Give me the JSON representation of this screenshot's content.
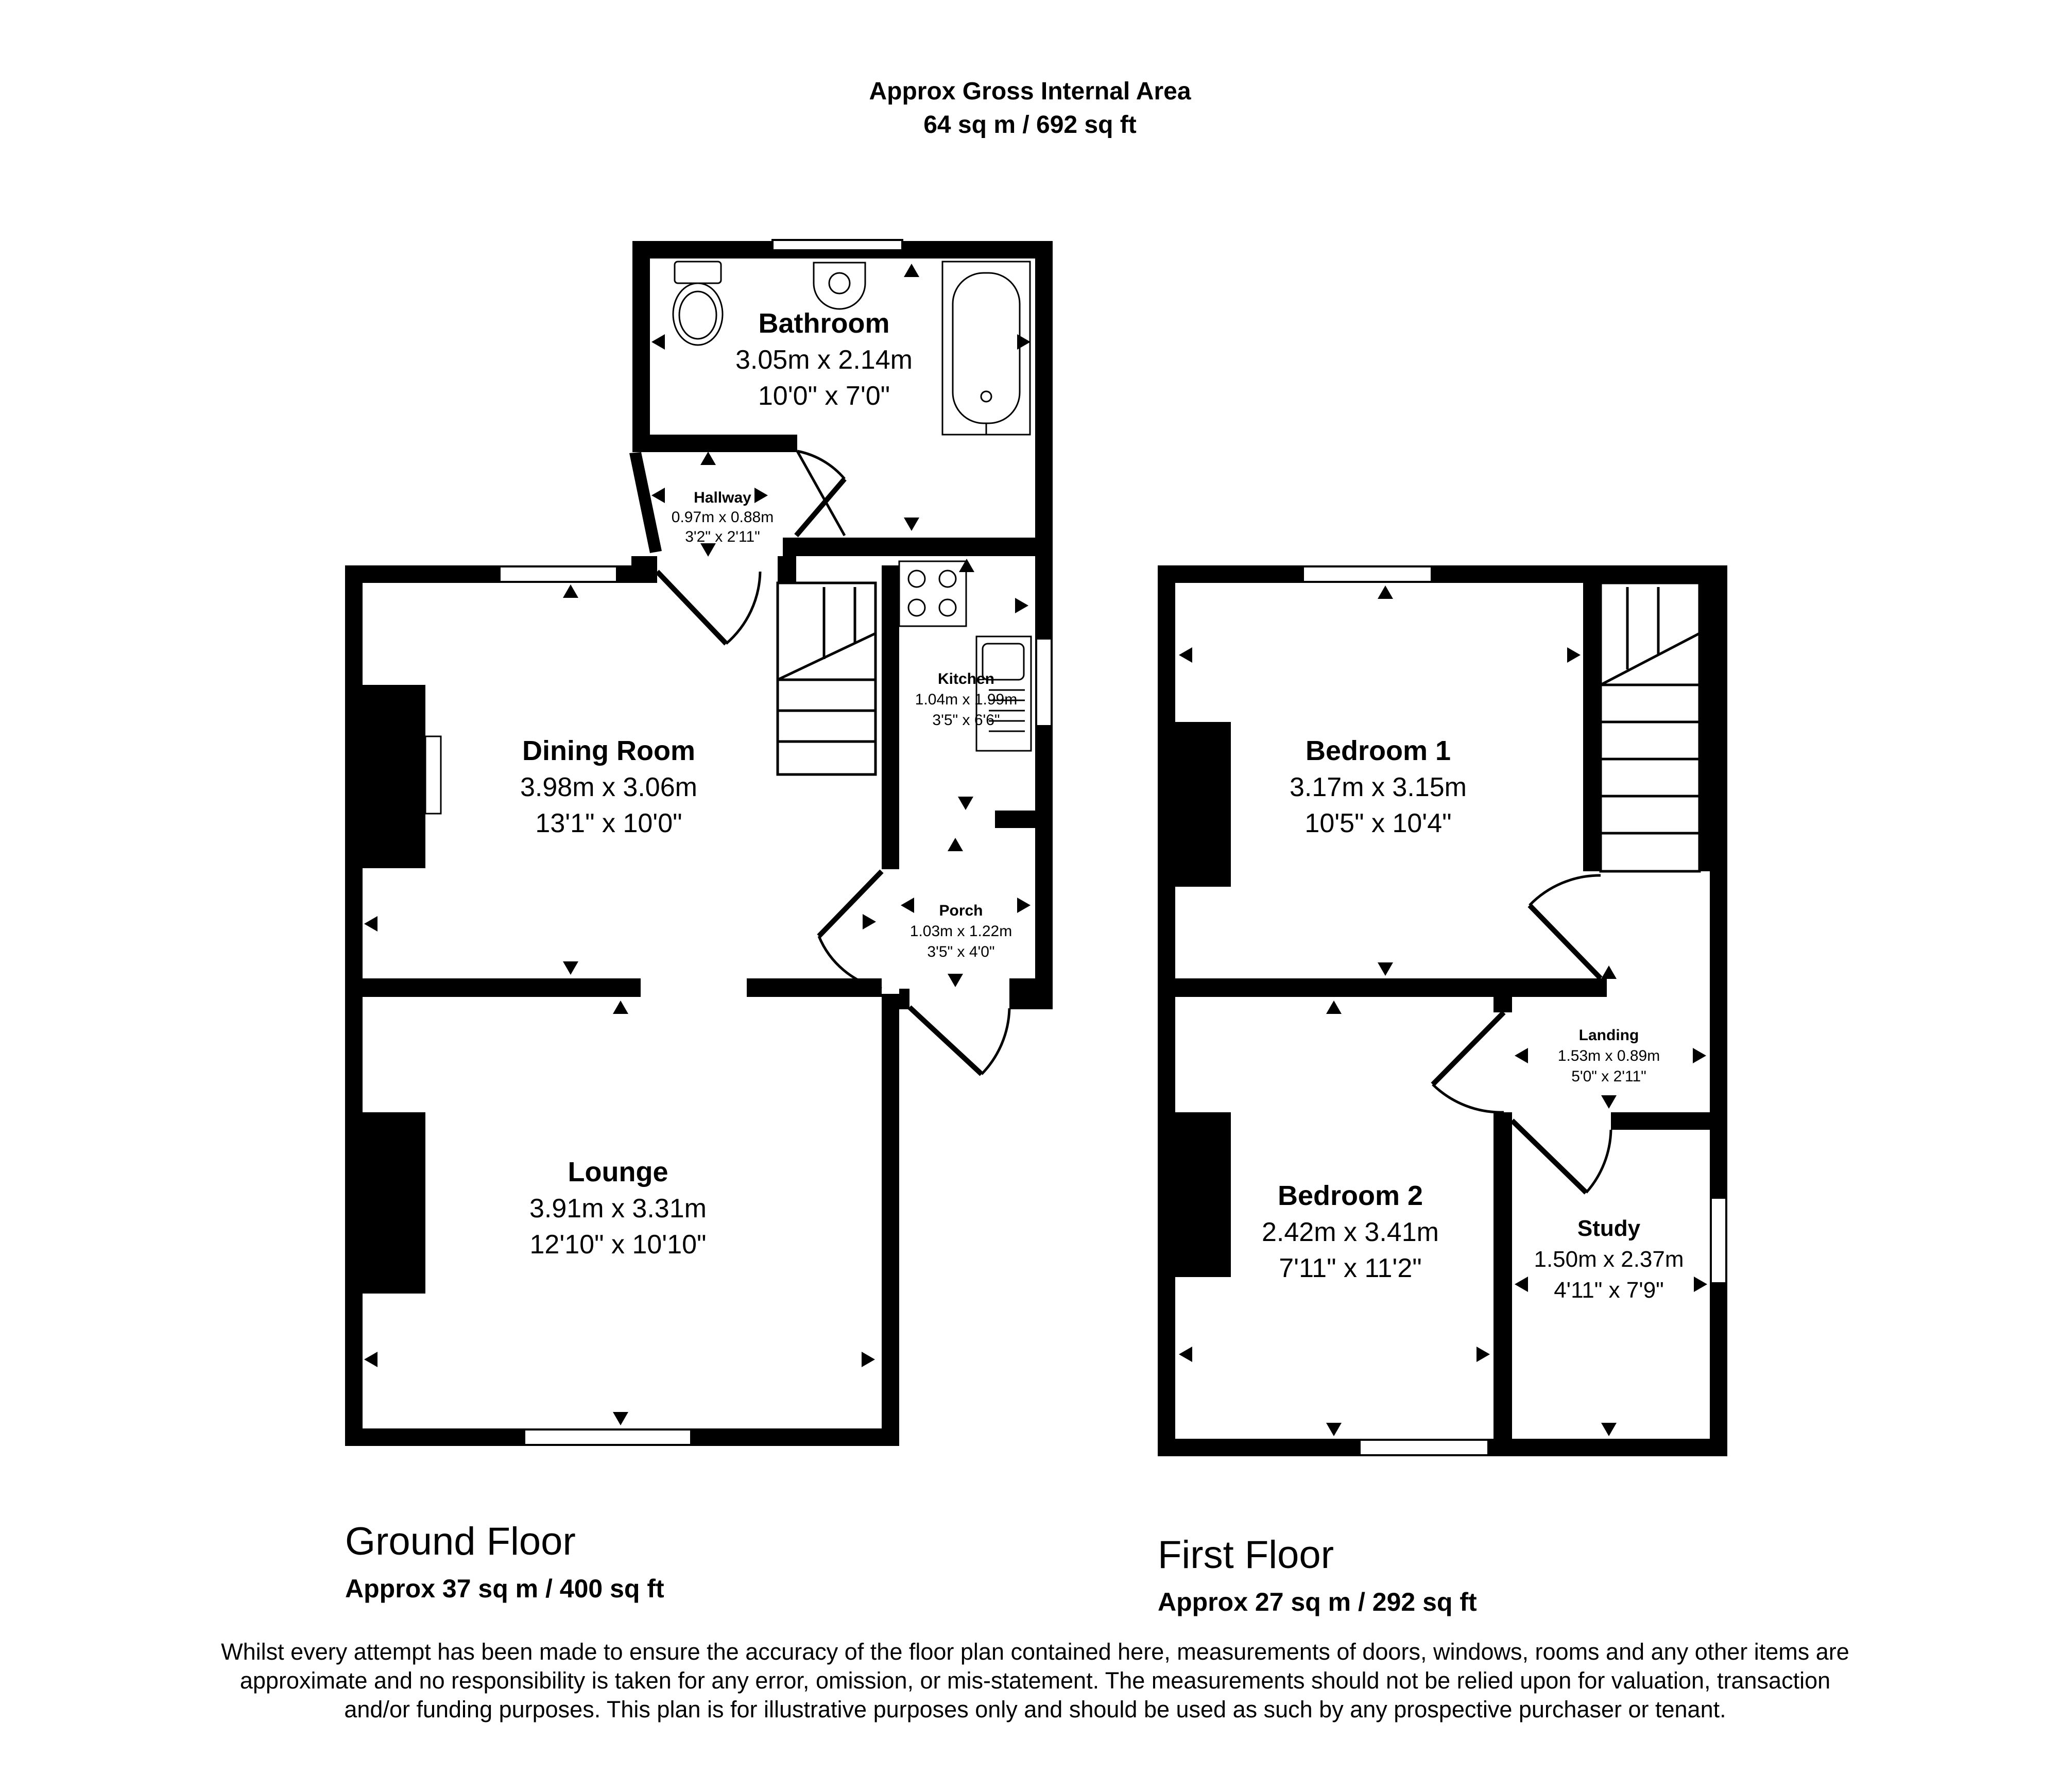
{
  "header": {
    "line1": "Approx Gross Internal Area",
    "line2": "64 sq m / 692 sq ft"
  },
  "rooms": {
    "bathroom": {
      "name": "Bathroom",
      "metric": "3.05m x 2.14m",
      "imperial": "10'0\" x 7'0\""
    },
    "hallway": {
      "name": "Hallway",
      "metric": "0.97m x 0.88m",
      "imperial": "3'2\" x 2'11\""
    },
    "kitchen": {
      "name": "Kitchen",
      "metric": "1.04m x 1.99m",
      "imperial": "3'5\" x 6'6\""
    },
    "dining": {
      "name": "Dining Room",
      "metric": "3.98m x 3.06m",
      "imperial": "13'1\" x 10'0\""
    },
    "porch": {
      "name": "Porch",
      "metric": "1.03m x 1.22m",
      "imperial": "3'5\" x 4'0\""
    },
    "lounge": {
      "name": "Lounge",
      "metric": "3.91m x 3.31m",
      "imperial": "12'10\" x 10'10\""
    },
    "bedroom1": {
      "name": "Bedroom 1",
      "metric": "3.17m x 3.15m",
      "imperial": "10'5\" x 10'4\""
    },
    "landing": {
      "name": "Landing",
      "metric": "1.53m x 0.89m",
      "imperial": "5'0\" x 2'11\""
    },
    "bedroom2": {
      "name": "Bedroom 2",
      "metric": "2.42m x 3.41m",
      "imperial": "7'11\" x 11'2\""
    },
    "study": {
      "name": "Study",
      "metric": "1.50m x 2.37m",
      "imperial": "4'11\" x 7'9\""
    }
  },
  "floors": {
    "ground": {
      "name": "Ground Floor",
      "area": "Approx 37 sq m / 400 sq ft"
    },
    "first": {
      "name": "First Floor",
      "area": "Approx 27 sq m / 292 sq ft"
    }
  },
  "disclaimer": "Whilst every attempt has been made to ensure the accuracy of the floor plan contained here, measurements of doors, windows, rooms and any other items are approximate and no responsibility is taken for any error, omission, or mis-statement. The measurements should not be relied upon for valuation, transaction and/or funding purposes. This plan is for illustrative purposes only and should be used as such by any prospective purchaser or tenant."
}
